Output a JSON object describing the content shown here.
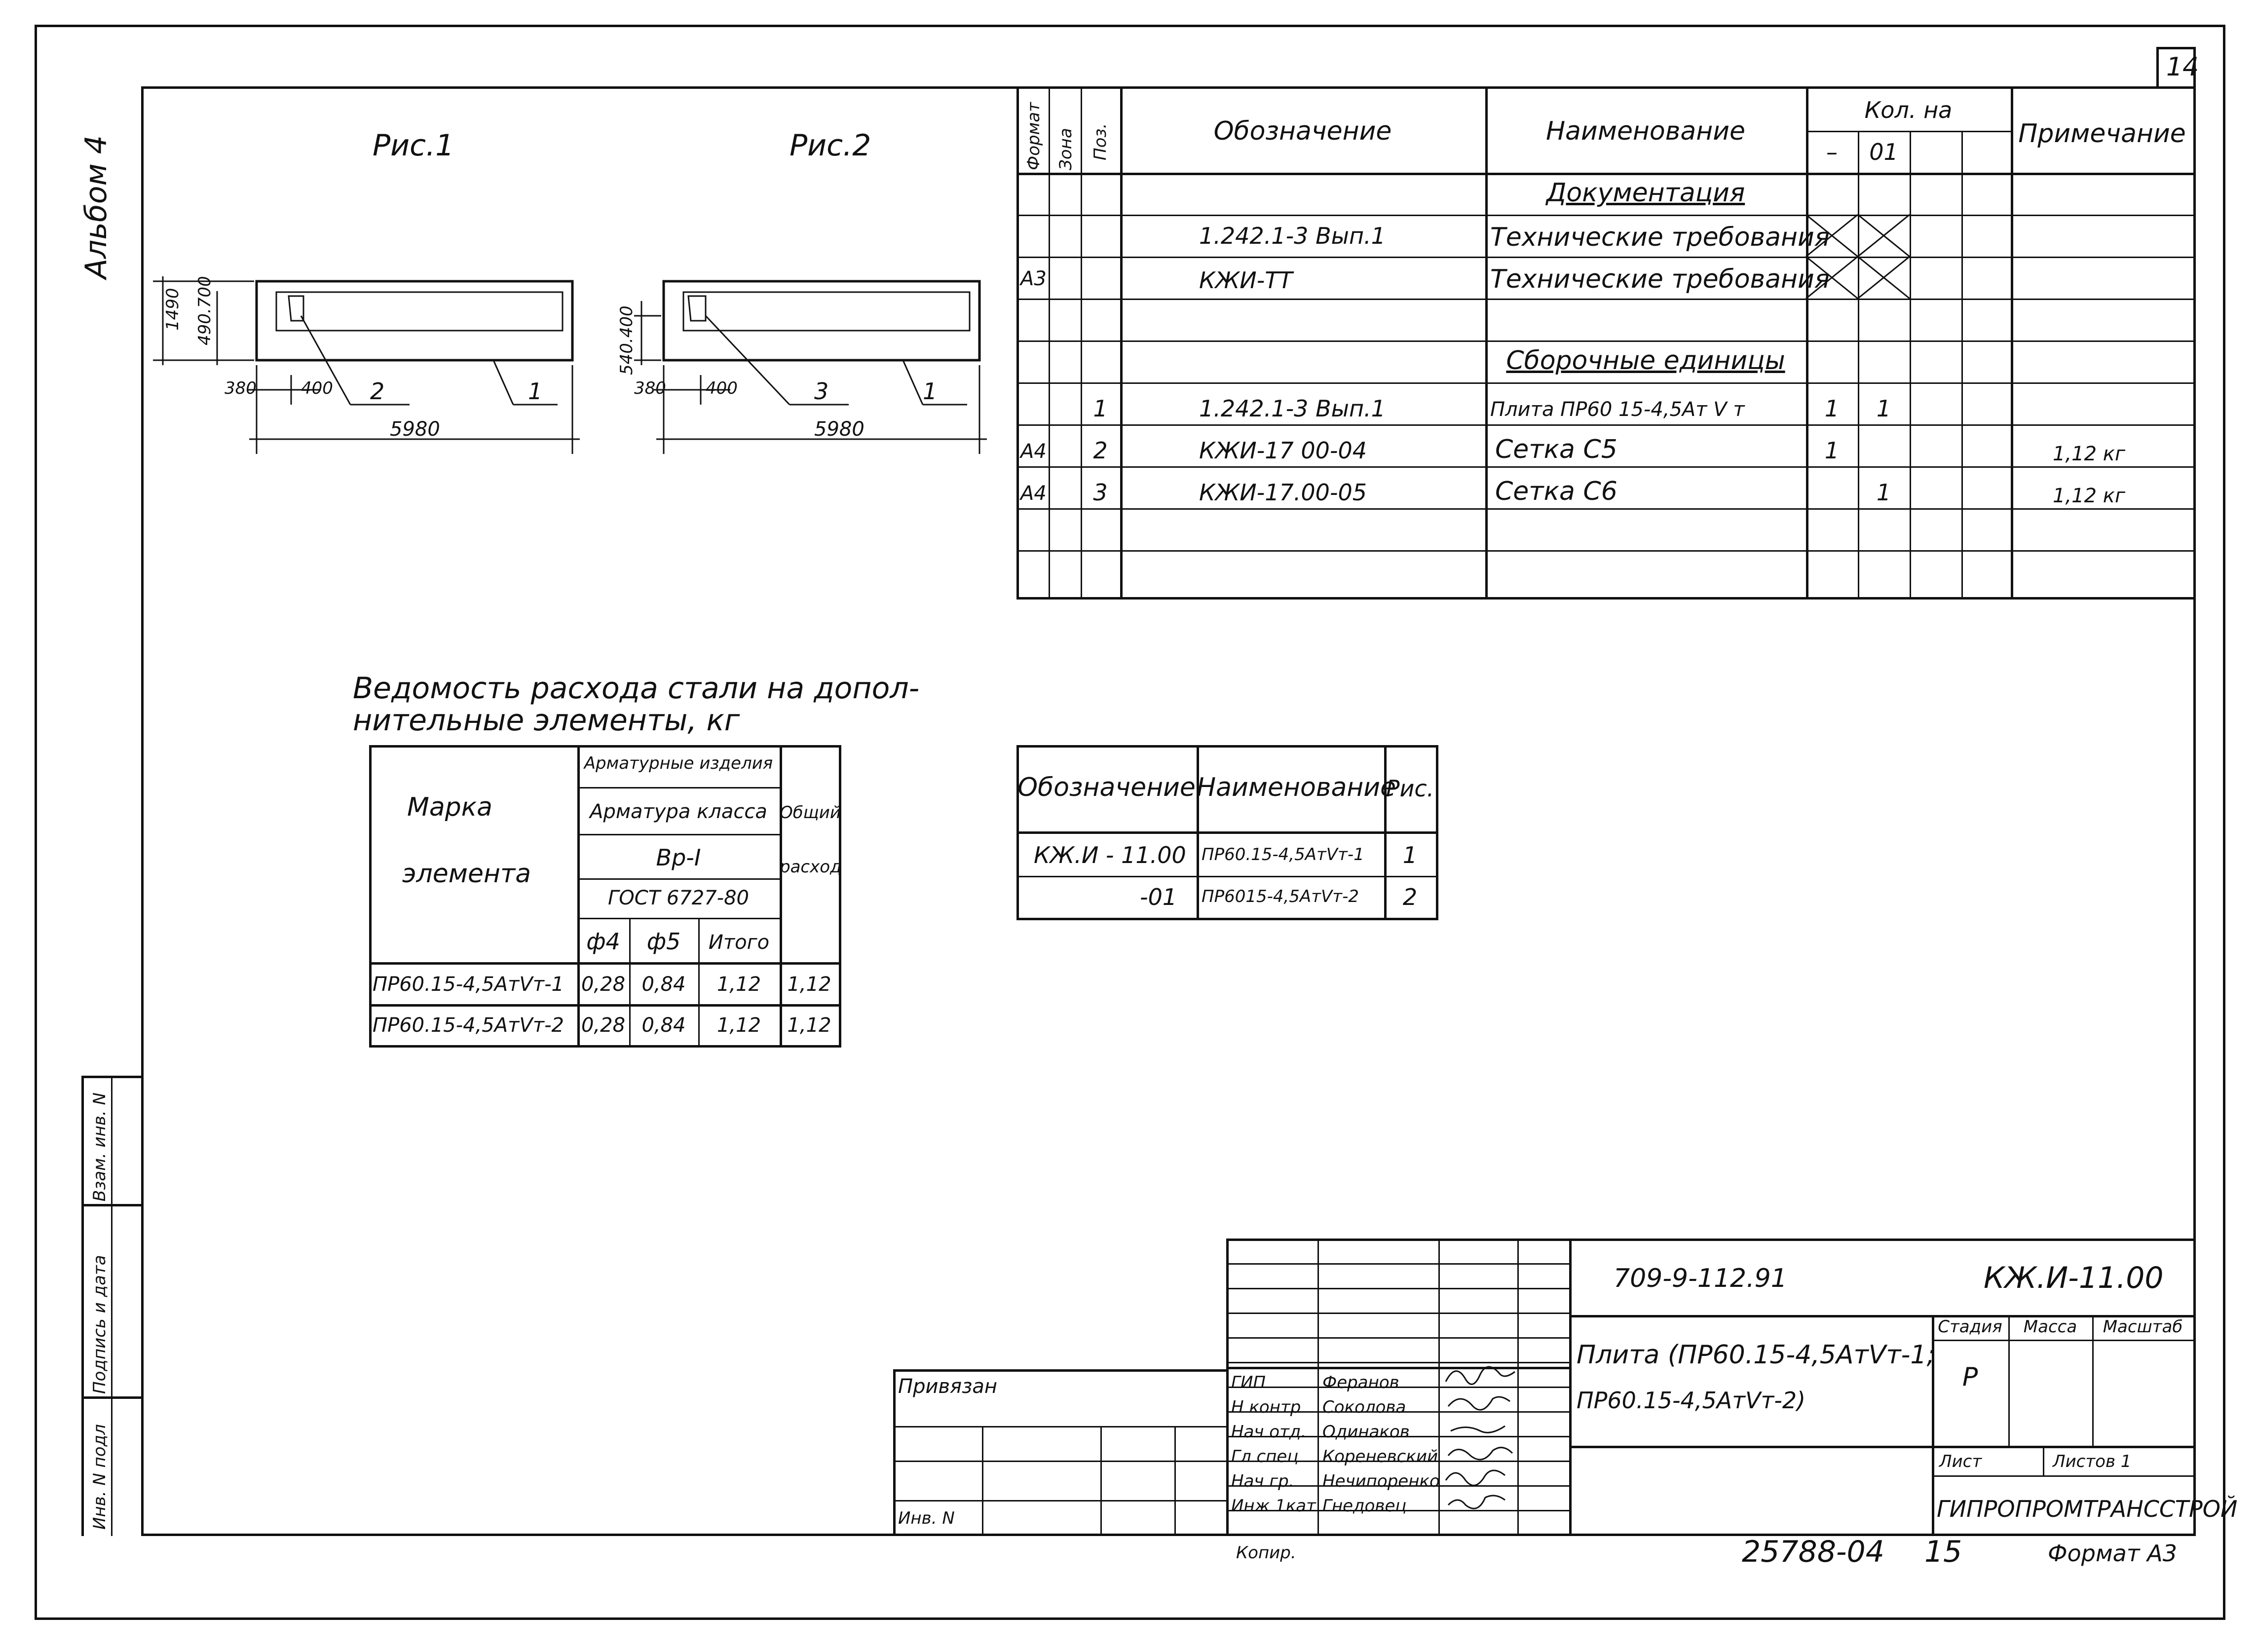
{
  "sheet_number": "14",
  "album_label": "Альбом 4",
  "figures": {
    "fig1_title": "Рис.1",
    "fig2_title": "Рис.2",
    "fig1": {
      "dim_height": "1490",
      "dim_inner": "490.700",
      "dim_left": "380",
      "dim_gap": "400",
      "dim_length": "5980",
      "callout_a": "2",
      "callout_b": "1"
    },
    "fig2": {
      "dim_height": "540.400",
      "dim_left": "380",
      "dim_gap": "400",
      "dim_length": "5980",
      "callout_a": "3",
      "callout_b": "1"
    }
  },
  "spec_table": {
    "headers": {
      "format": "Формат",
      "zone": "Зона",
      "pos": "Поз.",
      "designation": "Обозначение",
      "name": "Наименование",
      "qty": "Кол. на",
      "qty_a": "–",
      "qty_b": "01",
      "note": "Примечание"
    },
    "rows": [
      {
        "format": "",
        "pos": "",
        "designation": "",
        "name": "Документация",
        "qa": "",
        "qb": "",
        "note": "",
        "section": true
      },
      {
        "format": "",
        "pos": "",
        "designation": "1.242.1-3   Вып.1",
        "name": "Технические требования",
        "qa": "",
        "qb": "",
        "note": "",
        "crossed": true
      },
      {
        "format": "А3",
        "pos": "",
        "designation": "КЖИ-ТТ",
        "name": "Технические требования",
        "qa": "",
        "qb": "",
        "note": "",
        "crossed": true
      },
      {
        "format": "",
        "pos": "",
        "designation": "",
        "name": "",
        "qa": "",
        "qb": "",
        "note": ""
      },
      {
        "format": "",
        "pos": "",
        "designation": "",
        "name": "Сборочные единицы",
        "qa": "",
        "qb": "",
        "note": "",
        "section": true
      },
      {
        "format": "",
        "pos": "1",
        "designation": "1.242.1-3   Вып.1",
        "name": "Плита ПР60 15-4,5Ат Ⅴ т",
        "qa": "1",
        "qb": "1",
        "note": ""
      },
      {
        "format": "А4",
        "pos": "2",
        "designation": "КЖИ-17 00-04",
        "name": "Сетка   С5",
        "qa": "1",
        "qb": "",
        "note": "1,12 кг"
      },
      {
        "format": "А4",
        "pos": "3",
        "designation": "КЖИ-17.00-05",
        "name": "Сетка   С6",
        "qa": "",
        "qb": "1",
        "note": "1,12 кг"
      },
      {
        "format": "",
        "pos": "",
        "designation": "",
        "name": "",
        "qa": "",
        "qb": "",
        "note": ""
      },
      {
        "format": "",
        "pos": "",
        "designation": "",
        "name": "",
        "qa": "",
        "qb": "",
        "note": ""
      }
    ]
  },
  "steel_table": {
    "title_line1": "Ведомость расхода стали на допол-",
    "title_line2": "нительные элементы, кг",
    "mark_l1": "Марка",
    "mark_l2": "элемента",
    "products": "Арматурные изделия",
    "rebar_class": "Арматура класса",
    "grade": "Вр-Ⅰ",
    "gost": "ГОСТ 6727-80",
    "d4": "ф4",
    "d5": "ф5",
    "subtotal": "Итого",
    "total_l1": "Общий",
    "total_l2": "расход",
    "rows": [
      {
        "mark": "ПР60.15-4,5АтⅤт-1",
        "d4": "0,28",
        "d5": "0,84",
        "sub": "1,12",
        "total": "1,12"
      },
      {
        "mark": "ПР60.15-4,5АтⅤт-2",
        "d4": "0,28",
        "d5": "0,84",
        "sub": "1,12",
        "total": "1,12"
      }
    ]
  },
  "variants_table": {
    "h_designation": "Обозначение",
    "h_name": "Наименование",
    "h_fig": "Рис.",
    "rows": [
      {
        "designation": "КЖ.И - 11.00",
        "name": "ПР60.15-4,5АтⅤт-1",
        "fig": "1"
      },
      {
        "designation": "-01",
        "name": "ПР6015-4,5АтⅤт-2",
        "fig": "2"
      }
    ]
  },
  "side_stamp": {
    "inv_orig": "Инв. N подл",
    "sign_date": "Подпись и дата",
    "replaced_inv": "Взам. инв. N"
  },
  "title_block": {
    "project_code": "709-9-112.91",
    "doc_code": "КЖ.И-11.00",
    "object_name_l1": "Плита (ПР60.15-4,5АтⅤт-1;",
    "object_name_l2": "ПР60.15-4,5АтⅤт-2)",
    "stage_label": "Стадия",
    "mass_label": "Масса",
    "scale_label": "Масштаб",
    "stage_value": "Р",
    "sheet_label": "Лист",
    "sheets_label": "Листов 1",
    "organization": "ГИПРОПРОМТРАНССТРОЙ",
    "tied_label": "Привязан",
    "inv_label": "Инв. N",
    "staff": [
      {
        "role": "ГИП",
        "name": "Феранов"
      },
      {
        "role": "Н контр",
        "name": "Соколова"
      },
      {
        "role": "Нач отд.",
        "name": "Одинаков"
      },
      {
        "role": "Гл спец",
        "name": "Кореневский"
      },
      {
        "role": "Нач гр.",
        "name": "Нечипоренко"
      },
      {
        "role": "Инж 1кат",
        "name": "Гнедовец"
      }
    ]
  },
  "footer": {
    "copied": "Копир.",
    "archive_no": "25788-04",
    "sheet_no": "15",
    "format": "Формат А3"
  }
}
